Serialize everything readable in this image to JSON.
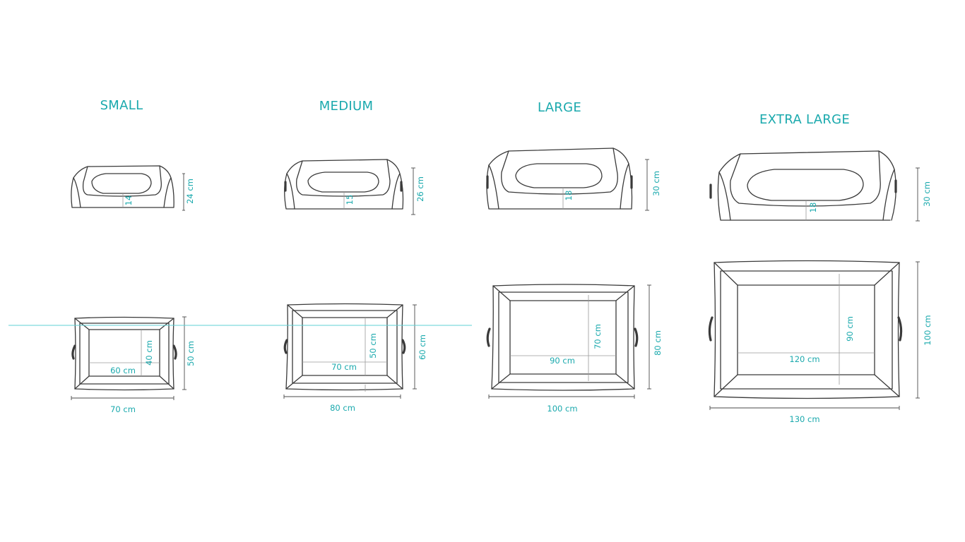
{
  "colors": {
    "accent": "#1aa9ad",
    "line": "#3a3a3a",
    "guide": "#5fd0d6"
  },
  "sizes": [
    {
      "title": "SMALL",
      "side_height": "24 cm",
      "cushion": "14",
      "inner_width": "60 cm",
      "inner_depth": "40 cm",
      "outer_depth": "50 cm",
      "outer_width": "70 cm"
    },
    {
      "title": "MEDIUM",
      "side_height": "26 cm",
      "cushion": "15",
      "inner_width": "70 cm",
      "inner_depth": "50 cm",
      "outer_depth": "60 cm",
      "outer_width": "80 cm"
    },
    {
      "title": "LARGE",
      "side_height": "30 cm",
      "cushion": "18",
      "inner_width": "90 cm",
      "inner_depth": "70 cm",
      "outer_depth": "80 cm",
      "outer_width": "100 cm"
    },
    {
      "title": "EXTRA LARGE",
      "side_height": "30 cm",
      "cushion": "18",
      "inner_width": "120 cm",
      "inner_depth": "90 cm",
      "outer_depth": "100 cm",
      "outer_width": "130 cm"
    }
  ]
}
